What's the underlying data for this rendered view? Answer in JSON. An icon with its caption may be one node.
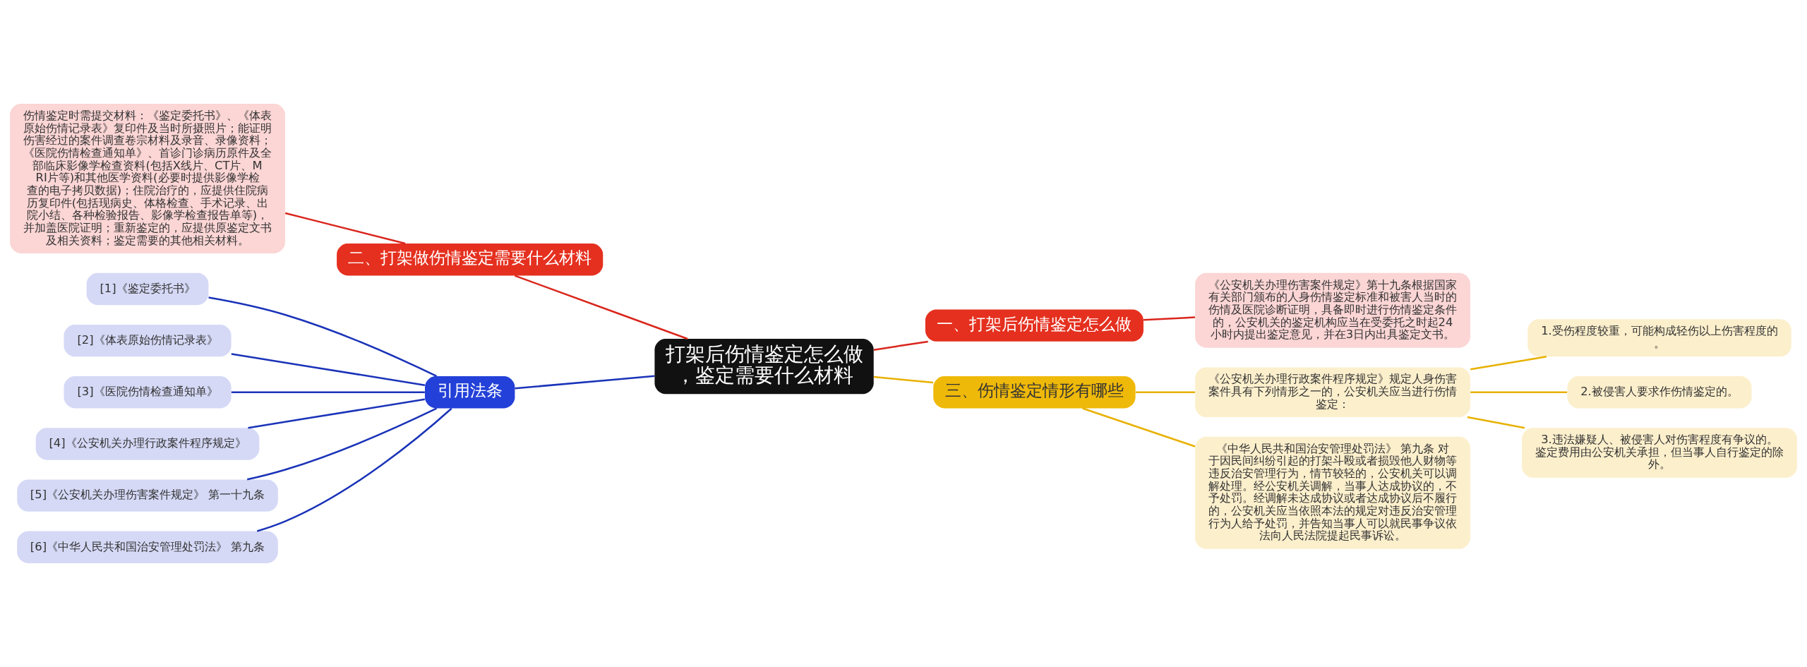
{
  "diagram": {
    "nodes": [
      {
        "text": [
          "打架后伤情鉴定怎么做，鉴定需要什么材料"
        ]
      },
      {
        "text": [
          "一、打架后伤情鉴定怎么做"
        ]
      },
      {
        "text": [
          "《公安机关办理伤害案件规定》第十九条根据国家有关部门颁布的人身伤情鉴定标准和被害人当时的伤情及医院诊断证明，具备即时进行伤情鉴定条件的，公安机关的鉴定机构应当在受委托之时起24小时内提出鉴定意见，并在3日内出具鉴定文书。"
        ]
      },
      {
        "text": [
          "二、打架做伤情鉴定需要什么材料"
        ]
      },
      {
        "text": [
          "伤情鉴定时需提交材料：《鉴定委托书》、《体表原始伤情记录表》复印件及当时所摄照片；能证明伤害经过的案件调查卷宗材料及录音、录像资料；《医院伤情检查通知单》、首诊门诊病历原件及全部临床影像学检查资料(包括X线片、CT片、MRI片等)和其他医学资料(必要时提供影像学检查的电子拷贝数据)；住院治疗的，应提供住院病历复印件(包括现病史、体格检查、手术记录、出院小结、各种检验报告、影像学检查报告单等)，并加盖医院证明；重新鉴定的，应提供原鉴定文书及相关资料；鉴定需要的其他相关材料。"
        ]
      },
      {
        "text": [
          "三、伤情鉴定情形有哪些"
        ]
      },
      {
        "text": [
          "《公安机关办理行政案件程序规定》规定人身伤害案件具有下列情形之一的，公安机关应当进行伤情鉴定："
        ]
      },
      {
        "text": [
          "1.受伤程度较重，可能构成轻伤以上伤害程度的。"
        ]
      },
      {
        "text": [
          "2.被侵害人要求作伤情鉴定的。"
        ]
      },
      {
        "text": [
          "3.违法嫌疑人、被侵害人对伤害程度有争议的。鉴定费用由公安机关承担，但当事人自行鉴定的除外。"
        ]
      },
      {
        "text": [
          "《中华人民共和国治安管理处罚法》 第九条 对于因民间纠纷引起的打架斗殴或者损毁他人财物等违反治安管理行为，情节较轻的，公安机关可以调解处理。经公安机关调解，当事人达成协议的，不予处罚。经调解未达成协议或者达成协议后不履行的，公安机关应当依照本法的规定对违反治安管理行为人给予处罚，并告知当事人可以就民事争议依法向人民法院提起民事诉讼。"
        ]
      },
      {
        "text": [
          "引用法条"
        ]
      },
      {
        "text": [
          "[1]《鉴定委托书》"
        ]
      },
      {
        "text": [
          "[2]《体表原始伤情记录表》"
        ]
      },
      {
        "text": [
          "[3]《医院伤情检查通知单》"
        ]
      },
      {
        "text": [
          "[4]《公安机关办理行政案件程序规定》"
        ]
      },
      {
        "text": [
          "[5]《公安机关办理伤害案件规定》 第一十九条"
        ]
      },
      {
        "text": [
          "[6]《中华人民共和国治安管理处罚法》 第九条"
        ]
      }
    ],
    "edges": [
      {
        "from": 0,
        "to": 1,
        "arrow": "none",
        "color": "#d9261c"
      },
      {
        "from": 1,
        "to": 2,
        "arrow": "none",
        "color": "#d9261c"
      },
      {
        "from": 0,
        "to": 3,
        "arrow": "none",
        "color": "#d9261c"
      },
      {
        "from": 3,
        "to": 4,
        "arrow": "none",
        "color": "#d9261c"
      },
      {
        "from": 0,
        "to": 5,
        "arrow": "none",
        "color": "#e8b100"
      },
      {
        "from": 5,
        "to": 6,
        "arrow": "none",
        "color": "#e8b100"
      },
      {
        "from": 6,
        "to": 7,
        "arrow": "none",
        "color": "#e8b100"
      },
      {
        "from": 6,
        "to": 8,
        "arrow": "none",
        "color": "#e8b100"
      },
      {
        "from": 6,
        "to": 9,
        "arrow": "none",
        "color": "#e8b100"
      },
      {
        "from": 5,
        "to": 10,
        "arrow": "none",
        "color": "#e8b100"
      },
      {
        "from": 0,
        "to": 11,
        "arrow": "none",
        "color": "#1a33b8"
      },
      {
        "from": 11,
        "to": 12,
        "arrow": "none",
        "color": "#1a33b8"
      },
      {
        "from": 11,
        "to": 13,
        "arrow": "none",
        "color": "#1a33b8"
      },
      {
        "from": 11,
        "to": 14,
        "arrow": "none",
        "color": "#1a33b8"
      },
      {
        "from": 11,
        "to": 15,
        "arrow": "none",
        "color": "#1a33b8"
      },
      {
        "from": 11,
        "to": 16,
        "arrow": "none",
        "color": "#1a33b8"
      },
      {
        "from": 11,
        "to": 17,
        "arrow": "none",
        "color": "#1a33b8"
      }
    ]
  }
}
